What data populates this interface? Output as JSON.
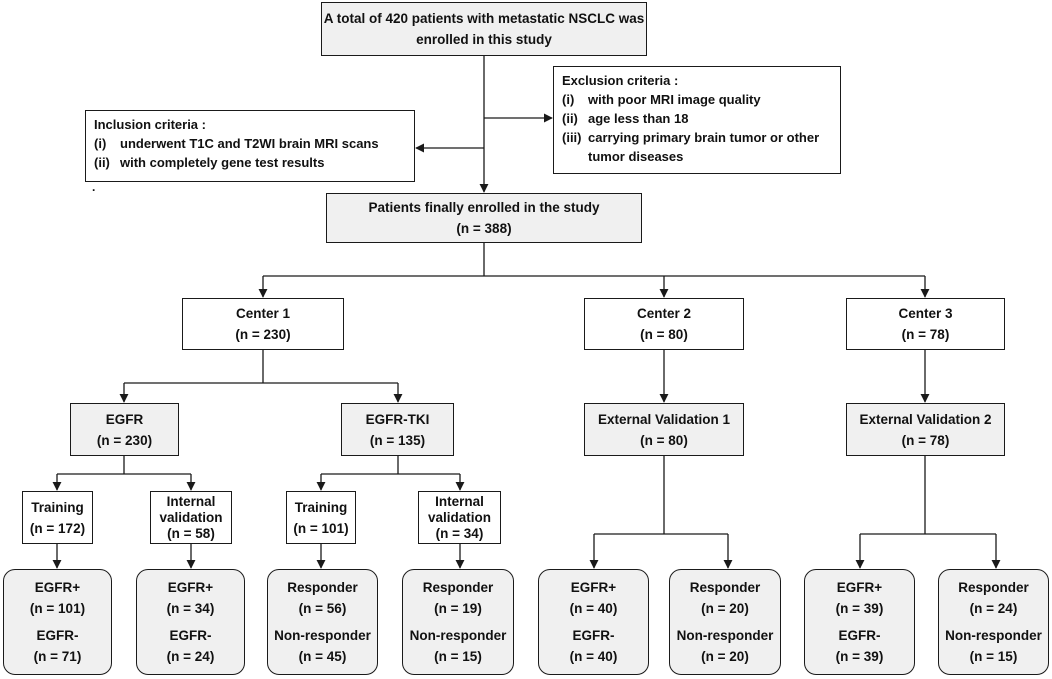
{
  "top": {
    "line1": "A total of 420 patients with metastatic NSCLC was",
    "line2": "enrolled  in this study"
  },
  "exclusion": {
    "title": "Exclusion criteria :",
    "items": [
      {
        "num": "(i)",
        "text": "with poor MRI image quality"
      },
      {
        "num": "(ii)",
        "text": "age less than 18"
      },
      {
        "num": "(iii)",
        "text": "carrying primary brain tumor or other"
      }
    ],
    "continuation": "tumor diseases"
  },
  "inclusion": {
    "title": "Inclusion criteria :",
    "items": [
      {
        "num": "(i)",
        "text": "underwent T1C and T2WI brain MRI scans"
      },
      {
        "num": "(ii)",
        "text": "with completely gene test results"
      }
    ],
    "trailing": "."
  },
  "final": {
    "label": "Patients finally enrolled in the study",
    "n": "(n = 388)"
  },
  "centers": {
    "c1": {
      "label": "Center 1",
      "n": "(n = 230)"
    },
    "c2": {
      "label": "Center 2",
      "n": "(n = 80)"
    },
    "c3": {
      "label": "Center 3",
      "n": "(n = 78)"
    }
  },
  "tasks": {
    "egfr": {
      "label": "EGFR",
      "n": "(n = 230)"
    },
    "tki": {
      "label": "EGFR-TKI",
      "n": "(n = 135)"
    },
    "ev1": {
      "label": "External Validation 1",
      "n": "(n = 80)"
    },
    "ev2": {
      "label": "External Validation 2",
      "n": "(n = 78)"
    }
  },
  "splits": {
    "egfr_train": {
      "line1": "Training",
      "line2": "(n = 172)"
    },
    "egfr_val": {
      "line1": "Internal",
      "line2": "validation",
      "line3": "(n = 58)"
    },
    "tki_train": {
      "line1": "Training",
      "line2": "(n = 101)"
    },
    "tki_val": {
      "line1": "Internal",
      "line2": "validation",
      "line3": "(n = 34)"
    }
  },
  "outcomes": {
    "o1": {
      "a": "EGFR+",
      "an": "(n = 101)",
      "b": "EGFR-",
      "bn": "(n = 71)"
    },
    "o2": {
      "a": "EGFR+",
      "an": "(n = 34)",
      "b": "EGFR-",
      "bn": "(n = 24)"
    },
    "o3": {
      "a": "Responder",
      "an": "(n = 56)",
      "b": "Non-responder",
      "bn": "(n = 45)"
    },
    "o4": {
      "a": "Responder",
      "an": "(n = 19)",
      "b": "Non-responder",
      "bn": "(n = 15)"
    },
    "o5": {
      "a": "EGFR+",
      "an": "(n = 40)",
      "b": "EGFR-",
      "bn": "(n = 40)"
    },
    "o6": {
      "a": "Responder",
      "an": "(n = 20)",
      "b": "Non-responder",
      "bn": "(n = 20)"
    },
    "o7": {
      "a": "EGFR+",
      "an": "(n = 39)",
      "b": "EGFR-",
      "bn": "(n = 39)"
    },
    "o8": {
      "a": "Responder",
      "an": "(n = 24)",
      "b": "Non-responder",
      "bn": "(n = 15)"
    }
  },
  "colors": {
    "box_fill": "#f0f0f0",
    "line": "#1a1a1a"
  }
}
